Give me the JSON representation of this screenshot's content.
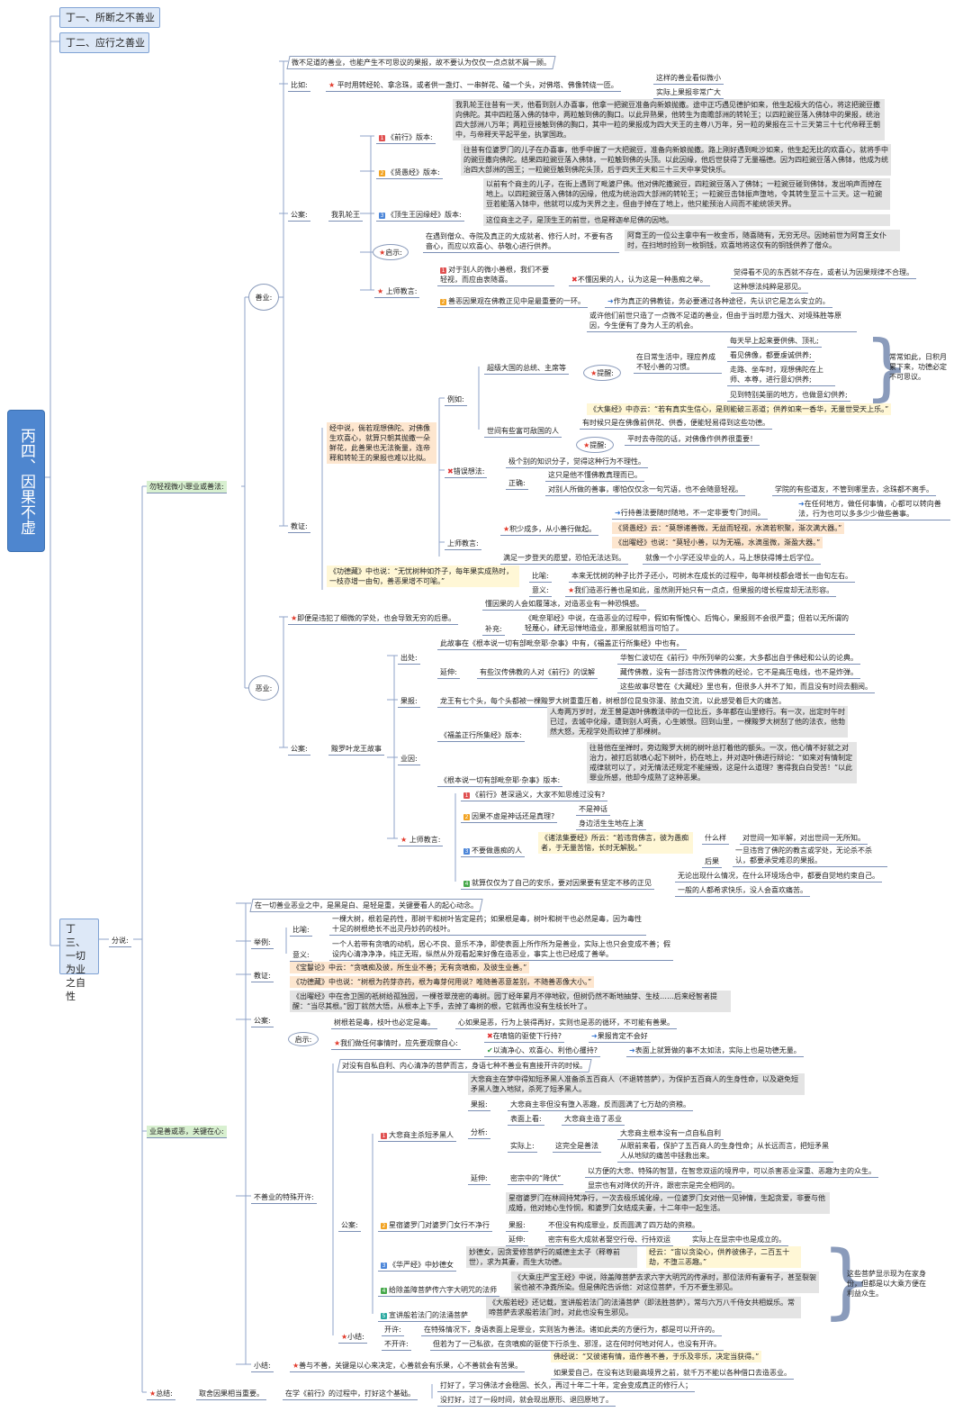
{
  "root": "丙四、因果不虚",
  "ding1": "丁一、所断之不善业",
  "ding2": "丁二、应行之善业",
  "ding3": "丁三、一切为业之自性",
  "fenshuo": "分说:",
  "a": {
    "label": "勿轻视微小罪业或善法:",
    "shan": "善业:",
    "intro": "微不足道的善业，也能产生不可思议的果报，故不要认为仅仅一点点就不屑一顾。",
    "biru": "比如:",
    "biru_text": "平时用转经轮、拿念珠，或者供一盏灯、一串鲜花、磕一个头，对佛塔、佛像转绕一匝。",
    "biru_r1": "这样的善业看似微小",
    "biru_r2": "实际上果报非常广大",
    "gongan": "公案:",
    "wolun": "我乳轮王",
    "v1_label": "《前行》版本:",
    "v1_text": "我乳轮王往昔有一天，他看到别人办喜事，他拿一把豌豆准备向新娘抛撒。途中正巧遇见德护如来，他生起极大的信心，将这把豌豆撒向佛陀。其中四粒落入佛的钵中，两粒触到佛的胸口。以此异熟果，他转生为南瞻部洲的转轮王；以四粒豌豆落入佛钵中的果报，统治四大部洲八万年；两粒豆接触到佛的胸口，其中一粒的果报成为四大天王的主尊八万年，另一粒的果报在三十三天第三十七代帝释王朝中，与帝释天平起平坐，执掌国政。",
    "v2_label": "《贤愚经》版本:",
    "v2_text": "往昔有位婆罗门的儿子在办喜事，他手中握了一大把豌豆，准备向新娘抛撒。路上刚好遇到毗沙如来，他生起无比的欢喜心，就将手中的豌豆撒向佛陀。结果四粒豌豆落入佛钵，一粒触到佛的头顶。以此因缘，他后世获得了无量福德。因为四粒豌豆落入佛钵，他成为统治四大部洲的国王；一粒豌豆触到佛陀头顶，后于四天王天和三十三天中享受快乐。",
    "v3_label": "《顶生王因缘经》版本:",
    "v3_text": "以前有个商主的儿子，在街上遇到了毗婆尸佛。他对佛陀撒豌豆，四粒豌豆落入了佛钵；一粒豌豆碰到佛钵，发出响声而掉在地上。以四粒豌豆落入佛钵的因缘，他成为统治四大部洲的转轮王；一粒豌豆击钵振声堕地，令其转生至三十三天。这一粒豌豆若能落入钵中，他就可以成为天界之主，但由于掉在了地上，他只能预治人间而不能统领天界。",
    "v3_note": "这位商主之子，是顶生王的前世，也是释迦牟尼佛的因地。",
    "qishi": "启示:",
    "qishi_text": "在遇到僧众、寺院及真正的大成就者、修行人时，不要有吝啬心，而应以欢喜心、恭敬心进行供养。",
    "qishi_r": "阿育王的一位公主拿中有一枚金币，随喜随有，无穷无尽。因她前世为阿育王女仆时，在扫地时捡到一枚铜钱，欢喜地将这仅有的铜钱供养了僧众。",
    "shangshi": "上师教言:",
    "s1": "对于别人的微小善根，我们不要轻视，而应由衷随喜。",
    "s1_x": "不懂因果的人，认为这是一种愚痴之举。",
    "s1_r1": "觉得看不见的东西就不存在，或者认为因果规律不合理。",
    "s1_r2": "这种想法纯粹是邪见。",
    "s2": "善恶因果观在佛教正见中是最重要的一环。",
    "s2_r": "作为真正的佛教徒，务必要通过各种途径，先认识它是怎么安立的。",
    "jingzhong": "经中说，倘若观想佛陀、对佛像生欢喜心，就算只朝其抛撒一朵鲜花，此善果也无法衡量，连帝释和转轮王的果报也难以比拟。",
    "jiaozheng": "教证:",
    "liru": "例如:",
    "chaoduguo": "超级大国的总统、主席等",
    "cd_intro": "或许他们前世只造了一点微不足道的善业，但由于当时愿力强大、对境殊胜等原因，今生便有了身为人王的机会。",
    "richang": "在日常生活中，理应养成不轻小善的习惯。",
    "tixing": "提醒:",
    "t1": "每天早上起来要供佛、顶礼;",
    "t2": "看见佛像，都要虔诚供养;",
    "t3": "走路、坐车时，观想佛陀在上师、本尊，进行意幻供养;",
    "t4": "见到特别美丽的地方，也做意幻供养;",
    "t_brace": "常常如此，日积月累下来，功德必定不可思议。",
    "dajijing": "《大集经》中亦云：“若有真实生信心，是则能破三恶道；供养如来一香华，无量世受天上乐。”",
    "shijian": "世间有些富可敌国的人",
    "sj_r": "有时候只是在佛像前供花、供香，便能轻易得到这些功德。",
    "tixing2": "提醒:",
    "sj_tip": "平时去寺院的话，对佛像作供养很重要！",
    "cuowu": "错误想法:",
    "cw1": "极个别的知识分子，觉得这种行为不理性。",
    "zhengque": "正确:",
    "zq1": "这只是他不懂佛教真理而已。",
    "zq2": "对别人所做的善事，哪怕仅仅念一句咒语，也不会随意轻视。",
    "zq2_r": "学院的有些道友，不管到哪里去，念珠都不离手。",
    "shangshi2": "上师教言:",
    "jishao": "积少成多，从小善行做起。",
    "js_r1": "行持善法要随时随地，不一定非要专门时间。",
    "js_r1b": "在任何地方，做任何事情，心都可以转向善法，行为也可以多多少少做些善事。",
    "js_r2": "《贤愚经》云：“莫想诸善微，无益而轻视，水滴若积聚，渐次满大器。”",
    "js_r3": "《出曜经》也说：“莫轻小善，以为无福，水滴虽微，渐盈大器。”",
    "manzu": "满足一步登天的愿望，恐怕无法达到。",
    "manzu_r": "就像一个小学还没毕业的人，马上想获得博士后学位。",
    "gongde": "《功德藏》中也说：“无忧树种如芥子，每年果实成熟时，一枝亦增一由旬，善恶果增不可喻。”",
    "bijiao": "比喻:",
    "bj_text": "本来无忧树的种子比芥子还小，可树木在成长的过程中，每年树枝都会增长一由旬左右。",
    "yiyi": "意义:",
    "yy_text": "我们造恶行善也是如此，虽然刚开始只有一点点，但果报的增长程度却无法形容。",
    "e": "恶业:",
    "e_intro": "即便是违犯了细微的学处，也会导致无穷的后患。",
    "e_r1": "懂因果的人会如履薄冰，对造恶业有一种恐惧感。",
    "buchong": "补充:",
    "bc_text": "《毗奈耶经》中说，在造恶业的过程中，假如有惭愧心、后悔心，果报则不会很严重；但若以无所谓的轻蔑心，肆无忌惮地造业，那果报就相当可怕了。",
    "chuchu": "出处:",
    "cc_text": "此故事在《根本说一切有部毗奈耶·杂事》中有，《福盖正行所集经》中也有。",
    "yanshen": "延伸:",
    "ys_text": "有些汉传佛教的人对《前行》的误解",
    "ys_r1": "华智仁波切在《前行》中所列举的公案，大多都出自于佛经和公认的论典。",
    "ys_r2": "藏传佛教，没有一部违背汉传佛教的经论，它不是高压电线，也不是炸弹。",
    "ys_r3": "这些故事尽管在《大藏经》里也有，但很多人并不了知，而且没有时间去翻阅。",
    "elong": "黢罗叶龙王故事",
    "guobao": "果报:",
    "gb_text": "龙王有七个头，每个头都被一棵黢罗大树重重压着，树根部位昆虫弥漫、脓血交流，以此感受着巨大的痛苦。",
    "yeyin": "业因:",
    "fg_label": "《福盖正行所集经》版本:",
    "fg_text": "人寿两万岁时，龙王曾是迦叶佛教法中的一位比丘，多年都在山里修行。有一次，出定时午时已过，去城中化缘，遭到别人呵责，心生嫉恨。回到山里，一棵黢罗大树刮了他的法衣，他勃然大怒，无视学处而砍掉了那棵树。",
    "gb_label": "《根本说一切有部毗奈耶·杂事》版本:",
    "gb2_text": "往昔他在坐禅时，旁边黢罗大树的树叶总打着他的额头。一次，他心情不好就之对治力，被打后就嗔心起下树叶，扔在地上，并对迦叶佛进行辩论：“如来对有情制定戒律就可以了，对无情法还规定不能摧毁，这是什么道理？害得我白白受苦！”以此罪业所感，他却今成熟了这种恶果。",
    "shangshi3": "上师教言:",
    "e1": "《前行》甚深涵义，大家不知思维过没有?",
    "e2": "因果不虚是神话还是真理?",
    "e2_r1": "不是神话",
    "e2_r2": "身边活生生地在上演",
    "e3": "不要做愚痴的人",
    "e3_q": "《诸法集要经》所云：“若违背佛言，彼为愚痴者，于无量苦恼，长时无解脱。”",
    "e3_r1k": "什么样",
    "e3_r1": "对世间一知半解，对出世间一无所知。",
    "e3_r2k": "后果",
    "e3_r2": "一旦违背了佛陀的教言或学处，无论杀不杀认，都要承受难忍的果报。",
    "e4": "就算仅仅为了自己的安乐，要对因果要有坚定不移的正见",
    "e4_r1": "无论出现什么情况，在什么环境场合中，都要自觉地约束自己。",
    "e4_r2": "一般的人都希求快乐，没人会喜欢痛苦。"
  },
  "b": {
    "label": "业是善或恶，关键在心:",
    "intro": "在一切善业恶业之中，是黑是白、是轻是重，关键要看人的起心动念。",
    "juli": "举例:",
    "biyu": "比喻:",
    "by_text": "一棵大树，根若是药性，那树干和树叶皆定是药；如果根是毒，树叶和树干也必然是毒，因为毒性十足的树根绝长不出灵丹妙药的枝叶。",
    "yiyi": "意义:",
    "yy_text": "一个人若带有贪嗔的动机，居心不良、意乐不净，即使表面上所作所为是善业，实际上也只会变成不善；假设内心清净净净，纯正无瑕，纵然从外观看起来好像在造恶业，事实上也已经成了善举。",
    "jiaozheng": "教证:",
    "jz1": "《宝鬘论》中云：“贪嗔痴及彼，所生业不善；无有贪嗔痴，及彼生业善。”",
    "jz2": "《功德藏》中也说：“树根为药芽亦药，根为毒芽何用说？唯随善恶意差别，不随善恶像大小。”",
    "gongan": "公案:",
    "ga_text": "《出曜经》中在舍卫国的祇树给孤独园，一棵苍翠茂密的毒树。园丁经年累月不停地砍，但树仍然不断地抽芽、生枝……后来经智者提醒：“当尽其根。”园丁就然大悟，从根本上下手，去掉了毒树的根，它就再也没有生枝长叶了。",
    "ga_r": "树根若是毒，枝叶也必定是毒。",
    "ga_r2": "心如果是恶，行为上装得再好，实则也是恶的循环，不可能有善果。",
    "qishi": "启示:",
    "qs_text": "我们做任何事情时，应先要观察自心:",
    "qs1": "在嗔恼的驱使下行持?",
    "qs1_r": "果报肯定不会好",
    "qs2": "以清净心、欢喜心、利他心攫持?",
    "qs2_r": "表面上就算做的事不太如法，实际上也是功德无量。",
    "teshu": "不善业的特殊开许:",
    "ts_intro": "对没有自私自利、内心清净的菩萨而言，身语七种不善业有直接开许的时候。",
    "gongan2": "公案:",
    "k1": "大悲商主杀短矛黑人",
    "k1_text": "大悲商主在梦中得知短矛黑人准备杀五百商人（不退转菩萨），为保护五百商人的生身性命，以及避免短矛黑人堕入地狱，杀死了短矛黑人。",
    "k1_gb": "果报:",
    "k1_gb_t": "大悲商主非但没有堕入恶趣，反而圆满了七万劫的资粮。",
    "k1_fx": "分析:",
    "k1_bm": "表面上看:",
    "k1_bm_t": "大悲商主造了恶业",
    "k1_sj": "实际上:",
    "k1_sj_t": "这完全是善法",
    "k1_sj_r1": "大悲商主根本没有一点自私自利",
    "k1_sj_r2": "从眼前来看，保护了五百商人的生身性命；从长远而言，把短矛黑人从地狱的痛苦中拯救出来。",
    "k1_ys": "延伸:",
    "k1_ys_t": "密宗中的“降伏”",
    "k1_ys_r1": "以方便的大悲、特殊的智慧，在智悲双运的境界中，可以杀害恶业深重、恶趣为主的众生。",
    "k1_ys_r2": "显宗也有对降伏的开许，跟密宗是完全相同的。",
    "k2": "星宿婆罗门对婆罗门女行不净行",
    "k2_text": "星宿婆罗门在林间持梵净行，一次去极乐城化缘，一位婆罗门女对他一见钟情，生起贪爱，非要与他成婚，他对她心生怜悯，和婆罗门女结成夫妻，十二年中一起生活。",
    "k2_gb": "果报:",
    "k2_gb_t": "不但没有构成罪业，反而圆满了四万劫的资粮。",
    "k2_ys": "延伸:",
    "k2_ys_t": "密宗有些大成就者娶空行母、行持双运",
    "k2_ys_r": "实际上在显宗中也是成立的。",
    "k3": "《华严经》中妙德女",
    "k3_text": "妙德女，因贪爱修菩萨行的威德主太子（释尊前世），求为其妻，而生大功德。",
    "k3_r": "经云：“宙以贪染心，供养彼佛子，二百五十劫，不堕三恶趣。”",
    "k4": "给除盖障菩萨传六字大明咒的法师",
    "k4_text": "《大乘庄严宝王经》中说，除盖障菩萨去求六字大明咒的传承时，那位法师有妻有子，甚至裂袈裟也被不净粪所染。但是佛陀告诉他：对这位菩萨，千万不要生邪见。",
    "k5": "宣讲般若法门的法涌菩萨",
    "k5_text": "《大般若经》还记载，宣讲般若法门的法涌菩萨（即法胜菩萨），常与六万八千侍女共相娱乐。常啼菩萨去求般若法门时，对此也没有生邪见。",
    "brace_r": "这些菩萨显示现为在家身份，但都是以大乘方便在利益众生。",
    "xiaojie": "小结:",
    "kx": "开许:",
    "kx_t": "在特殊情况下，身语表面上是罪业，实则皆为善法。诸如此类的方便行为，都是可以开许的。",
    "bkx": "不开许:",
    "bkx_t": "但若为了一己私欲，在贪嗔痴的驱使下行杀生、邪淫，这在何时何地对何人，也没有开许。",
    "xj2": "小结:",
    "xj2_t": "善与不善，关键是以心来决定，心善就会有乐果，心不善就会有苦果。",
    "xj2_r1": "佛经说：“又彼诸有情，造作善不善，于乐及非乐，决定当获得。”",
    "xj2_r2": "如果爱自己，在没有达到最高境界之前，就千万不能以各种借口去造恶业。"
  },
  "zongjie": {
    "label": "总结:",
    "text": "取舍因果相当重要。",
    "text2": "在学《前行》的过程中，打好这个基础。",
    "r1": "打好了，学习佛法才会稳固、长久，再过十年二十年，定会变成真正的修行人；",
    "r2": "没打好，过了一段时间，就会现出原形、退回原地了。"
  }
}
